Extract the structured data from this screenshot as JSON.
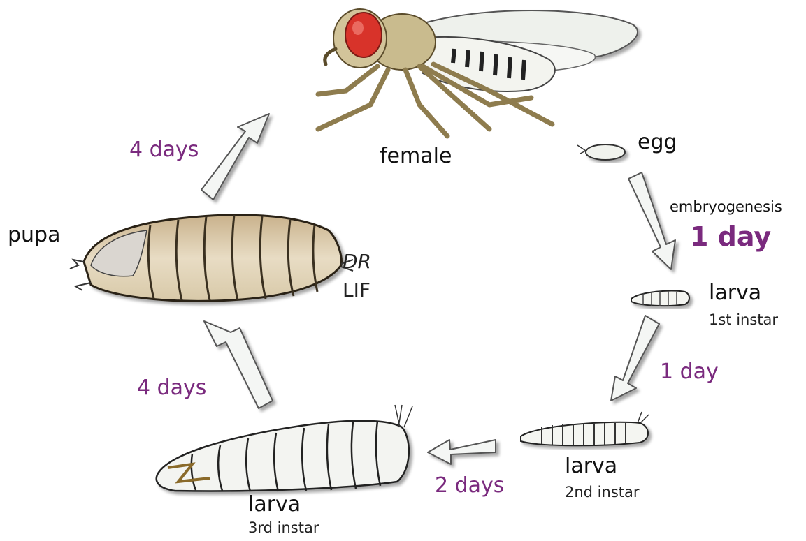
{
  "colors": {
    "duration": "#7a2a7e",
    "label": "#111111",
    "arrow_fill": "#f4f6f4",
    "arrow_stroke": "#555555"
  },
  "stages": {
    "female": "female",
    "egg": "egg",
    "larva1": {
      "name": "larva",
      "instar": "1st instar"
    },
    "larva2": {
      "name": "larva",
      "instar": "2nd instar"
    },
    "larva3": {
      "name": "larva",
      "instar": "3rd instar"
    },
    "pupa": "pupa"
  },
  "durations": {
    "embryogenesis_label": "embryogenesis",
    "egg_to_larva1": "1 day",
    "larva1_to_larva2": "1 day",
    "larva2_to_larva3": "2 days",
    "larva3_to_pupa": "4 days",
    "pupa_to_adult": "4 days"
  },
  "pupa_annotation": {
    "line1": "DR",
    "line2": "LIF"
  }
}
